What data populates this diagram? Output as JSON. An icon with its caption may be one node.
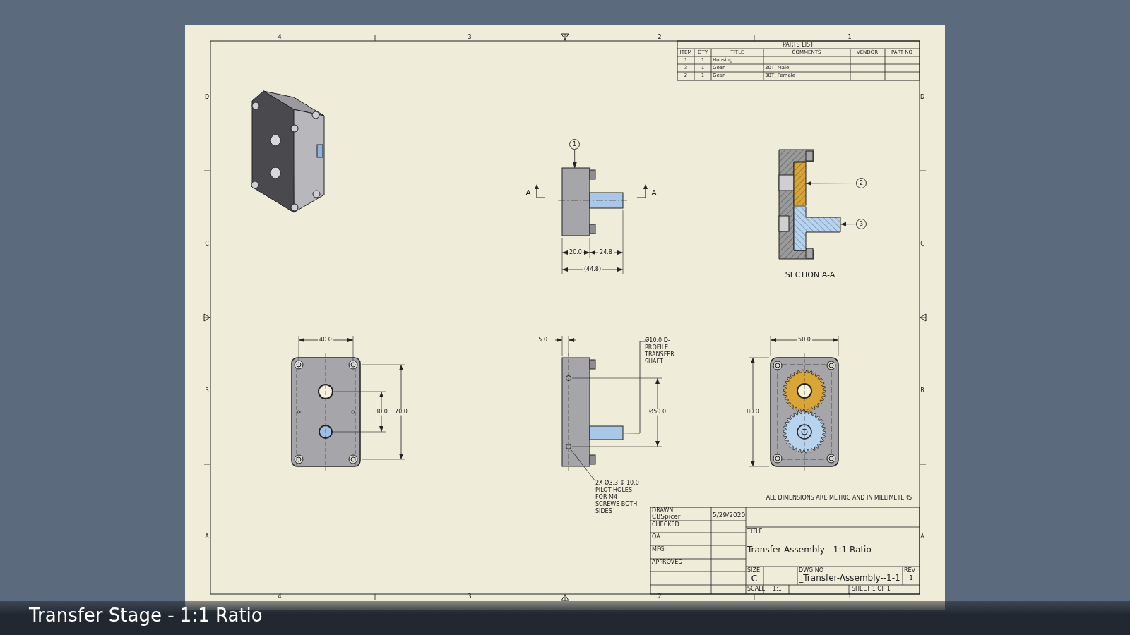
{
  "diagram": {
    "caption": "Transfer Stage - 1:1 Ratio",
    "nodes": [
      {
        "text": [
          "1"
        ]
      },
      {
        "text": [],
        "shape": "picture"
      },
      {
        "text": [
          "2"
        ]
      },
      {
        "text": [],
        "shape": "box"
      },
      {
        "text": [
          "3"
        ]
      },
      {
        "text": [],
        "shape": "picture"
      },
      {
        "text": [
          "2X Ø3.3 ↧ 10.0 PILOT HOLES FOR M4 SCREWS BOTH SIDES"
        ]
      },
      {
        "text": [],
        "shape": "circle"
      },
      {
        "text": [
          "Ø10.0 D-PROFILE TRANSFER SHAFT"
        ]
      },
      {
        "text": [],
        "shape": "bar"
      }
    ],
    "edges": [
      {
        "from": 0,
        "to": 1,
        "arrow": "to"
      },
      {
        "from": 2,
        "to": 3,
        "arrow": "to"
      },
      {
        "from": 4,
        "to": 5,
        "arrow": "to"
      },
      {
        "from": 6,
        "to": 7,
        "arrow": "none"
      },
      {
        "from": 8,
        "to": 9,
        "arrow": "none"
      }
    ],
    "labels": [
      "4",
      "3",
      "2",
      "1",
      "PARTS LIST",
      "ITEM",
      "QTY",
      "TITLE",
      "COMMENTS",
      "VENDOR",
      "PART NO",
      "1",
      "1",
      "Housing",
      "3",
      "1",
      "Gear",
      "30T, Male",
      "2",
      "1",
      "Gear",
      "30T, Female",
      "D",
      "D",
      "A",
      "A",
      "20.0",
      "24.8",
      "(44.8)",
      "SECTION A-A",
      "C",
      "C",
      "40.0",
      "5.0",
      "50.0",
      "30.0",
      "70.0",
      "Ø50.0",
      "80.0",
      "B",
      "B",
      "ALL DIMENSIONS ARE METRIC AND IN MILLIMETERS",
      "DRAWN",
      "CBSpicer",
      "5/29/2020",
      "CHECKED",
      "TITLE",
      "A",
      "QA",
      "A",
      "MFG",
      "Transfer Assembly - 1:1 Ratio",
      "APPROVED",
      "SIZE",
      "DWG NO",
      "REV",
      "C",
      "_Transfer-Assembly--1-1",
      "1",
      "SCALE",
      "1:1",
      "SHEET 1 OF 1",
      "4",
      "3",
      "2",
      "1"
    ]
  }
}
